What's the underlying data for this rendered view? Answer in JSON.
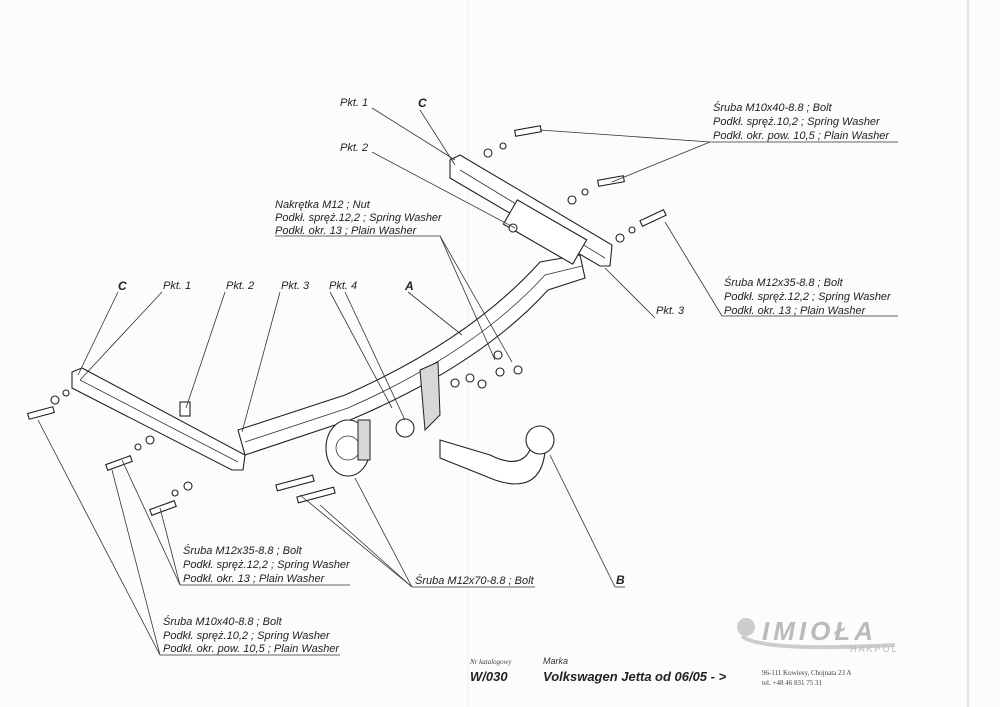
{
  "labels": {
    "top_pkt1": "Pkt. 1",
    "top_c": "C",
    "top_pkt2": "Pkt. 2",
    "nut": [
      "Nakrętka M12 ; Nut",
      "Podkł. spręż.12,2 ; Spring Washer",
      "Podkł. okr. 13 ; Plain Washer"
    ],
    "top_right_bolt": [
      "Śruba M10x40-8.8 ;  Bolt",
      "Podkł. spręż.10,2 ; Spring Washer",
      "Podkł. okr. pow. 10,5 ; Plain Washer"
    ],
    "right_bolt": [
      "Śruba M12x35-8.8 ;  Bolt",
      "Podkł. spręż.12,2 ; Spring Washer",
      "Podkł. okr. 13 ; Plain Washer"
    ],
    "right_pkt3": "Pkt. 3",
    "row": {
      "c": "C",
      "pkt1": "Pkt. 1",
      "pkt2": "Pkt. 2",
      "pkt3": "Pkt. 3",
      "pkt4": "Pkt. 4",
      "a": "A"
    },
    "bottom_left_bolt": [
      "Śruba M12x35-8.8 ;  Bolt",
      "Podkł. spręż.12,2 ; Spring Washer",
      "Podkł. okr. 13 ; Plain Washer"
    ],
    "bottom_mid_bolt": "Śruba M12x70-8.8 ;  Bolt",
    "b": "B",
    "bottom_m10_bolt": [
      "Śruba M10x40-8.8 ;  Bolt",
      "Podkł. spręż.10,2 ; Spring Washer",
      "Podkł. okr. pow. 10,5 ; Plain Washer"
    ]
  },
  "footer": {
    "catalog_label": "Nr katalogowy",
    "catalog_no": "W/030",
    "make_label": "Marka",
    "make": "Volkswagen  Jetta",
    "from": "od 06/05 - >",
    "logo": "IMIOŁA",
    "logo_sub": "HAKPOL",
    "address": "96-111 Kowiesy, Chojnata 23 A",
    "phone": "tel. +48 46 831 75 31"
  }
}
